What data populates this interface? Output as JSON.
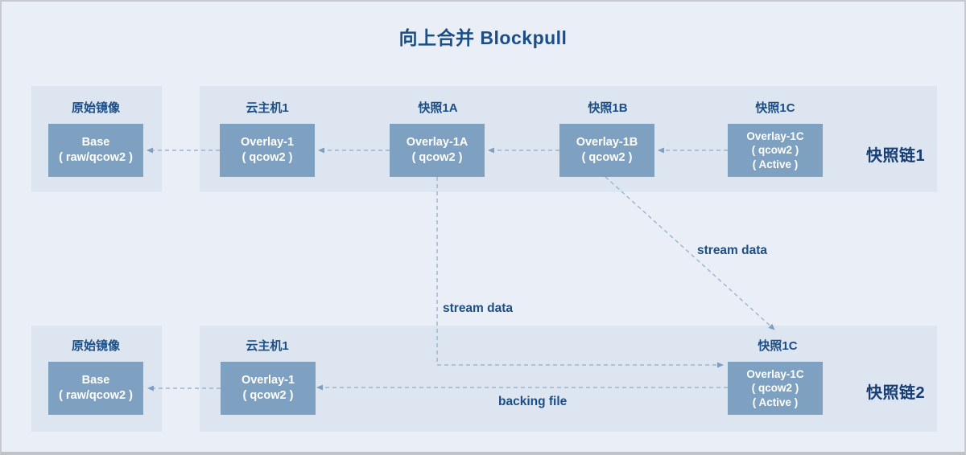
{
  "title": "向上合并 Blockpull",
  "colors": {
    "page_bg": "#e9eef7",
    "panel_bg": "#dce5f0",
    "box_fill": "#7ea0c1",
    "box_text": "#ffffff",
    "dash": "#9bb3cf",
    "arrow": "#7f9fc0",
    "accent": "#1b4e85",
    "chain_color": "#163d74"
  },
  "chain1": {
    "label": "快照链1",
    "nodes": [
      {
        "title": "原始镜像",
        "lines": [
          "Base",
          "( raw/qcow2 )"
        ]
      },
      {
        "title": "云主机1",
        "lines": [
          "Overlay-1",
          "( qcow2 )"
        ]
      },
      {
        "title": "快照1A",
        "lines": [
          "Overlay-1A",
          "( qcow2 )"
        ]
      },
      {
        "title": "快照1B",
        "lines": [
          "Overlay-1B",
          "( qcow2 )"
        ]
      },
      {
        "title": "快照1C",
        "lines": [
          "Overlay-1C",
          "( qcow2 )",
          "( Active )"
        ]
      }
    ]
  },
  "chain2": {
    "label": "快照链2",
    "nodes": [
      {
        "title": "原始镜像",
        "lines": [
          "Base",
          "( raw/qcow2 )"
        ]
      },
      {
        "title": "云主机1",
        "lines": [
          "Overlay-1",
          "( qcow2 )"
        ]
      },
      {
        "title": "快照1C",
        "lines": [
          "Overlay-1C",
          "( qcow2 )",
          "( Active )"
        ]
      }
    ]
  },
  "annotations": {
    "stream_data_vertical": "stream data",
    "stream_data_diagonal": "stream data",
    "backing_file": "backing file"
  }
}
